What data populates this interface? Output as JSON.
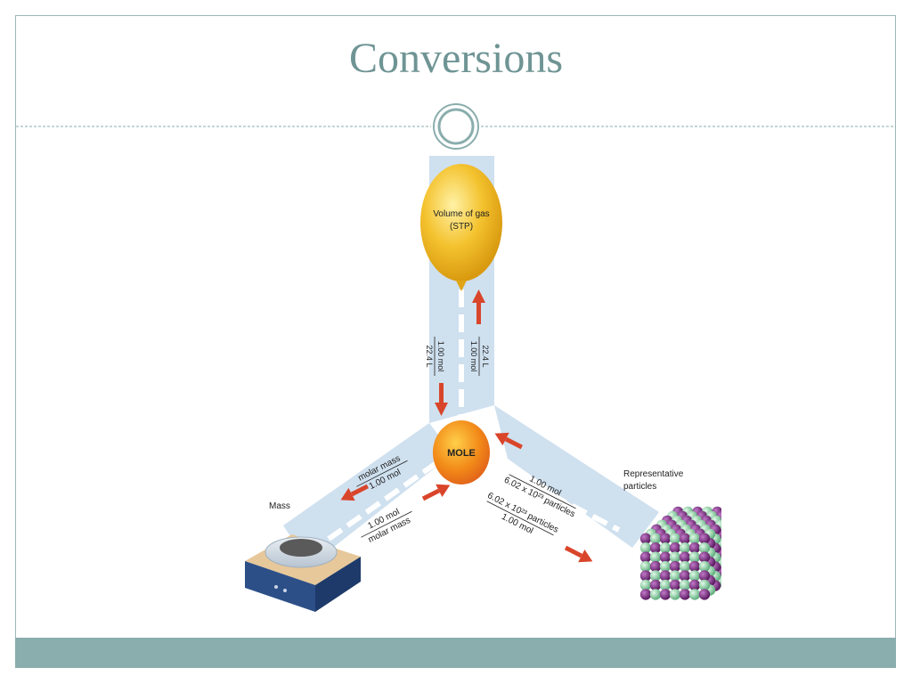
{
  "slide": {
    "title": "Conversions"
  },
  "diagram": {
    "center": "MOLE",
    "nodes": {
      "gas": {
        "line1": "Volume of gas",
        "line2": "(STP)"
      },
      "mass": {
        "label": "Mass"
      },
      "particles": {
        "line1": "Representative",
        "line2": "particles"
      }
    },
    "factors": {
      "gas_to_mole": {
        "numerator": "1.00 mol",
        "denominator": "22.4 L"
      },
      "mole_to_gas": {
        "numerator": "22.4 L",
        "denominator": "1.00 mol"
      },
      "mole_to_mass": {
        "numerator": "molar mass",
        "denominator": "1.00 mol"
      },
      "mass_to_mole": {
        "numerator": "1.00 mol",
        "denominator": "molar mass"
      },
      "particles_to_mole": {
        "numerator": "1.00 mol",
        "denominator": "6.02 x 10²³ particles"
      },
      "mole_to_particles": {
        "numerator": "6.02 x 10²³ particles",
        "denominator": "1.00 mol"
      }
    }
  },
  "colors": {
    "title": "#6f9494",
    "frame": "#9fb7b7",
    "footer": "#8aadad",
    "path": "#cfe0ef",
    "arrow": "#d9452a",
    "mole": "#f28a18",
    "balloon": "#f4c22e",
    "atom_purple": "#7a2a80",
    "atom_green": "#7dc79a"
  }
}
